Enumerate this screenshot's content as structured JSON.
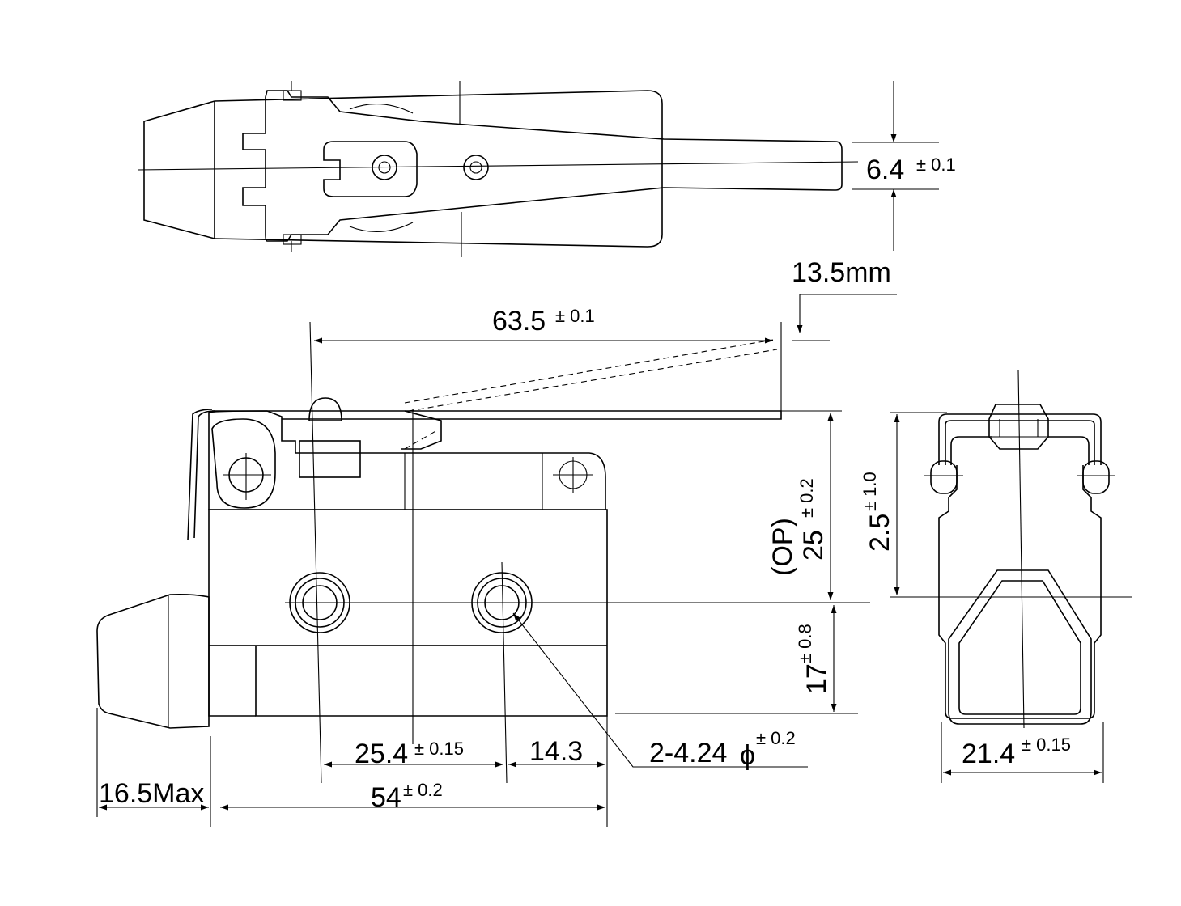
{
  "dimensions": {
    "lever_width": {
      "value": "6.4",
      "tolerance": "± 0.1"
    },
    "overtravel": {
      "value": "13.5mm"
    },
    "lever_length": {
      "value": "63.5",
      "tolerance": "± 0.1"
    },
    "operating_position": {
      "prefix": "(OP)",
      "value": "25",
      "tolerance": "± 0.2"
    },
    "pretravel": {
      "value": "2.5",
      "tolerance": "± 1.0"
    },
    "hole_height": {
      "value": "17",
      "tolerance": "± 0.8"
    },
    "hole_pitch": {
      "value": "25.4",
      "tolerance": "± 0.15"
    },
    "hole_to_edge": {
      "value": "14.3"
    },
    "mounting_holes": {
      "value": "2-4.24",
      "symbol": "ϕ",
      "tolerance": "± 0.2"
    },
    "cap_length": {
      "value": "16.5Max"
    },
    "body_length": {
      "value": "54",
      "tolerance": "± 0.2"
    },
    "body_width": {
      "value": "21.4",
      "tolerance": "± 0.15"
    }
  }
}
